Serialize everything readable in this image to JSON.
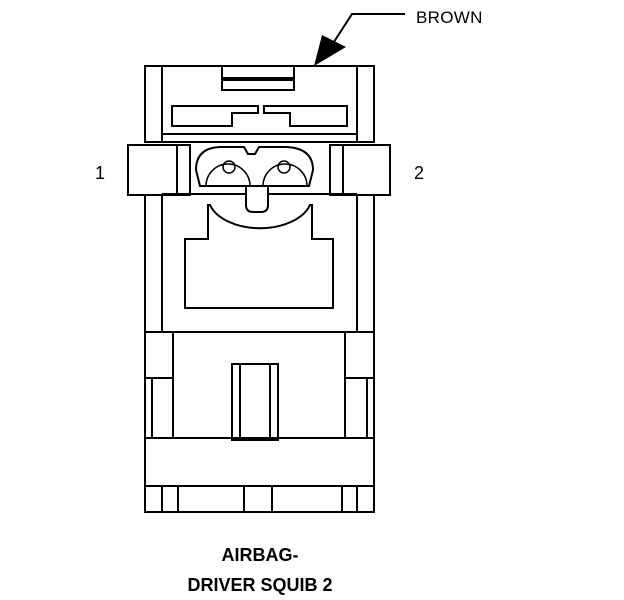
{
  "labels": {
    "wire_color_callout": "BROWN",
    "pin_left": "1",
    "pin_right": "2",
    "caption_line1": "AIRBAG-",
    "caption_line2": "DRIVER SQUIB 2"
  },
  "colors": {
    "line": "#000000",
    "background": "#ffffff"
  }
}
